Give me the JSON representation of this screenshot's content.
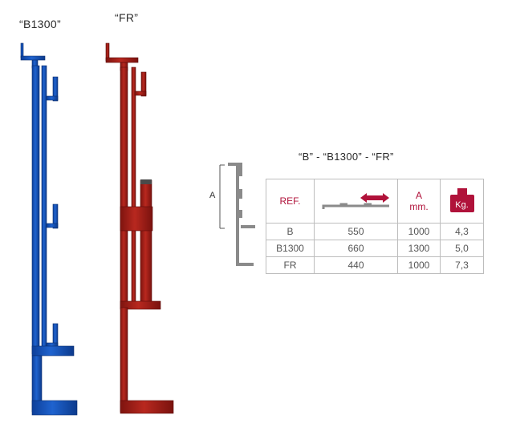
{
  "products": {
    "b1300_label": "“B1300”",
    "fr_label": "“FR”"
  },
  "diagram": {
    "title": "“B” - “B1300” - “FR”",
    "dimension_label": "A"
  },
  "table": {
    "headers": {
      "ref": "REF.",
      "a": "A",
      "a_unit": "mm.",
      "weight": "Kg."
    },
    "rows": [
      {
        "ref": "B",
        "width": "550",
        "a": "1000",
        "kg": "4,3"
      },
      {
        "ref": "B1300",
        "width": "660",
        "a": "1300",
        "kg": "5,0"
      },
      {
        "ref": "FR",
        "width": "440",
        "a": "1000",
        "kg": "7,3"
      }
    ]
  },
  "colors": {
    "blue_product": "#1450b4",
    "red_product": "#a8201a",
    "accent": "#b0123a",
    "diagram_gray": "#8a8a8a"
  },
  "icons": {
    "width_arrow": "double-arrow-icon",
    "weight": "weight-icon"
  }
}
